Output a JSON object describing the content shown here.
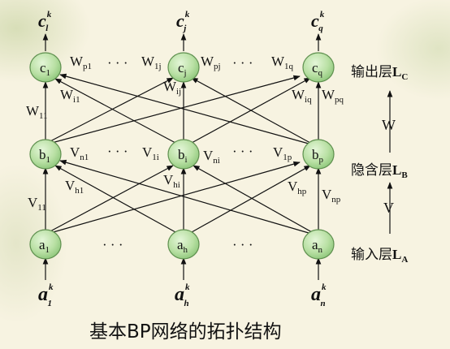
{
  "title": "基本BP网络的拓扑结构",
  "layers": {
    "output": {
      "label": "输出层",
      "sym": "L",
      "sub": "C"
    },
    "hidden": {
      "label": "隐含层",
      "sym": "L",
      "sub": "B"
    },
    "input": {
      "label": "输入层",
      "sym": "L",
      "sub": "A"
    }
  },
  "between": {
    "upper": "W",
    "lower": "V"
  },
  "ellipsis": "· · ·",
  "nodes": {
    "c": [
      {
        "b": "c",
        "s": "1"
      },
      {
        "b": "c",
        "s": "j"
      },
      {
        "b": "c",
        "s": "q"
      }
    ],
    "b": [
      {
        "b": "b",
        "s": "1"
      },
      {
        "b": "b",
        "s": "i"
      },
      {
        "b": "b",
        "s": "p"
      }
    ],
    "a": [
      {
        "b": "a",
        "s": "1"
      },
      {
        "b": "a",
        "s": "h"
      },
      {
        "b": "a",
        "s": "n"
      }
    ]
  },
  "outputs": [
    {
      "b": "c",
      "sup": "k",
      "sub": "l"
    },
    {
      "b": "c",
      "sup": "k",
      "sub": "j"
    },
    {
      "b": "c",
      "sup": "k",
      "sub": "q"
    }
  ],
  "inputs": [
    {
      "b": "a",
      "sup": "k",
      "sub": "1"
    },
    {
      "b": "a",
      "sup": "k",
      "sub": "h"
    },
    {
      "b": "a",
      "sup": "k",
      "sub": "n"
    }
  ],
  "weights": {
    "W_p1": {
      "b": "W",
      "s": "p1"
    },
    "W_1j": {
      "b": "W",
      "s": "1j"
    },
    "W_pj": {
      "b": "W",
      "s": "pj"
    },
    "W_1q": {
      "b": "W",
      "s": "1q"
    },
    "W_i1": {
      "b": "W",
      "s": "i1"
    },
    "W_11": {
      "b": "W",
      "s": "11"
    },
    "W_ij": {
      "b": "W",
      "s": "ij"
    },
    "W_iq": {
      "b": "W",
      "s": "iq"
    },
    "W_pq": {
      "b": "W",
      "s": "pq"
    },
    "V_n1": {
      "b": "V",
      "s": "n1"
    },
    "V_1i": {
      "b": "V",
      "s": "1i"
    },
    "V_ni": {
      "b": "V",
      "s": "ni"
    },
    "V_1p": {
      "b": "V",
      "s": "1p"
    },
    "V_h1": {
      "b": "V",
      "s": "h1"
    },
    "V_hi": {
      "b": "V",
      "s": "hi"
    },
    "V_hp": {
      "b": "V",
      "s": "hp"
    },
    "V_11": {
      "b": "V",
      "s": "11"
    },
    "V_np": {
      "b": "V",
      "s": "np"
    }
  }
}
